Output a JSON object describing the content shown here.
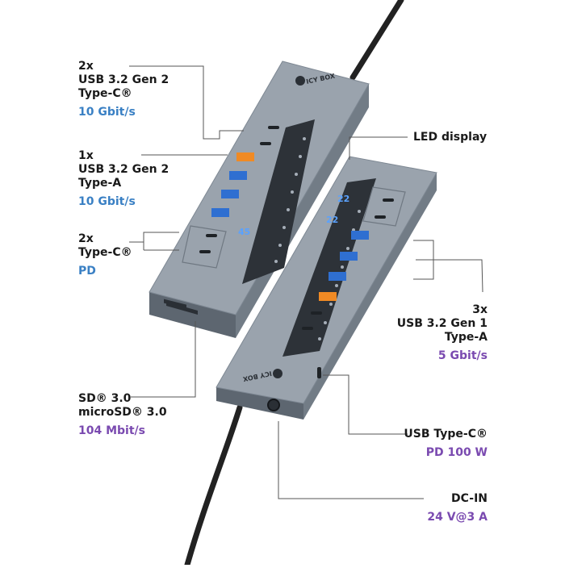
{
  "brand_logo_text": "ICY BOX",
  "colors": {
    "spec_blue": "#3a80c4",
    "spec_purple": "#7a4ab0",
    "hub_body": "#8d97a2",
    "hub_top": "#a9b2bc",
    "port_blue": "#2f6fd1",
    "port_orange": "#f08a24"
  },
  "labels": {
    "usb_c_gen2": {
      "line1": "2x",
      "line2": "USB 3.2 Gen 2",
      "line3": "Type-C®",
      "spec": "10 Gbit/s"
    },
    "usb_a_gen2": {
      "line1": "1x",
      "line2": "USB 3.2 Gen 2",
      "line3": "Type-A",
      "spec": "10 Gbit/s"
    },
    "usb_c_pd": {
      "line1": "2x",
      "line2": "Type-C®",
      "spec": "PD"
    },
    "sd_reader": {
      "line1": "SD® 3.0",
      "line2": "microSD® 3.0",
      "spec": "104 Mbit/s"
    },
    "led_display": {
      "line1": "LED display"
    },
    "usb_a_gen1": {
      "line1": "3x",
      "line2": "USB 3.2 Gen 1",
      "line3": "Type-A",
      "spec": "5 Gbit/s"
    },
    "usb_c_pd100": {
      "line1": "USB Type-C®",
      "spec": "PD 100 W"
    },
    "dc_in": {
      "line1": "DC-IN",
      "spec": "24 V@3 A"
    }
  },
  "displays": {
    "left_hub": "45",
    "right_hub_1": "22",
    "right_hub_2": "22"
  }
}
